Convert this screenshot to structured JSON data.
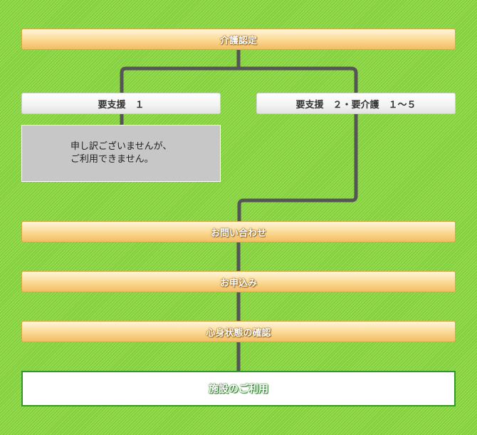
{
  "nodes": {
    "care_certification": "介護認定",
    "support_level_1": "要支援　１",
    "support2_care1to5": "要支援　２・要介護　１～５",
    "unavailable_line1": "申し訳ございませんが、",
    "unavailable_line2": "ご利用できません。",
    "inquiry": "お問い合わせ",
    "application": "お申込み",
    "condition_check": "心身状態の確認",
    "facility_use": "施設のご利用"
  },
  "colors": {
    "background": "#8fd94a",
    "connector": "#555555",
    "final_border": "#2f9a2a"
  }
}
